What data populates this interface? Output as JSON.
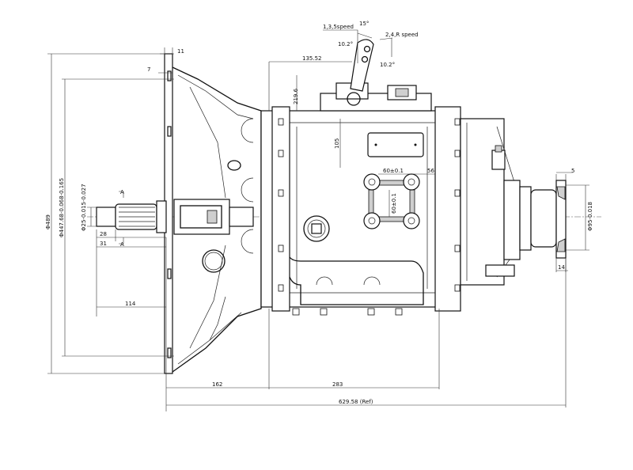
{
  "dimensions": {
    "flange_thickness_11": "11",
    "flange_offset_7": "7",
    "lever_offset": "135.52",
    "height_219": "219.6",
    "height_105": "105",
    "bolt_spacing_h": "60±0.1",
    "bolt_offset": "56",
    "bolt_spacing_v": "60±0.1",
    "housing_diameter": "Φ489",
    "pilot_diameter": "Φ447.68-0.068-0.165",
    "shaft_diameter": "Φ25-0.015-0.027",
    "shaft_len_28": "28",
    "shaft_len_31": "31",
    "shaft_len_114": "114",
    "length_162": "162",
    "length_283": "283",
    "total_length": "629.58 (Ref)",
    "output_flange_5": "5",
    "output_flange_diameter": "Φ95-0.018",
    "output_flange_14": "14"
  },
  "section_marks": {
    "top": "A",
    "bottom": "A"
  },
  "shift_lever": {
    "speed_135": "1,3,5speed",
    "speed_24r": "2,4,R speed",
    "angle_15": "15°",
    "angle_left": "10.2°",
    "angle_right": "10.2°"
  }
}
